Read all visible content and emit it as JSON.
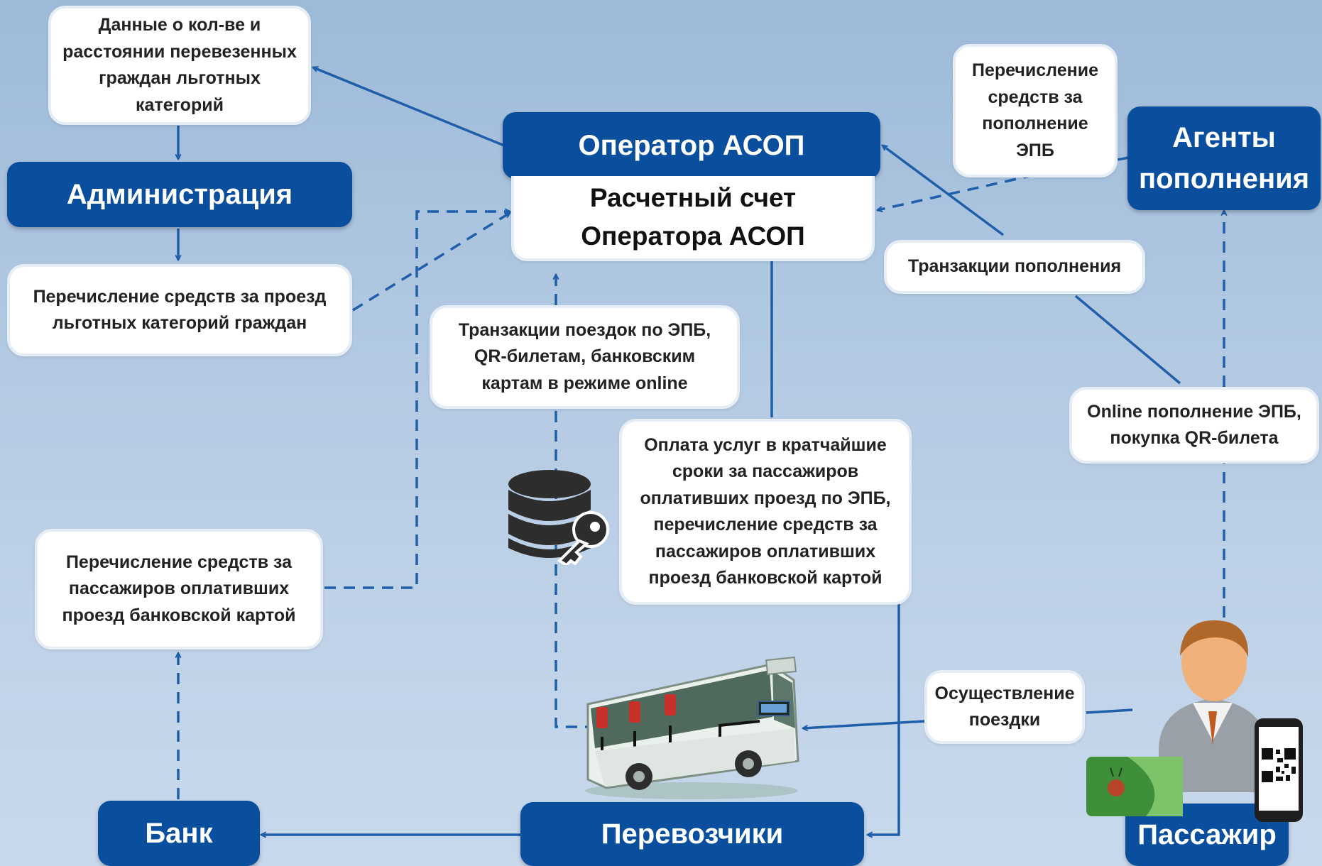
{
  "nodes": {
    "data_box": "Данные о кол-ве и расстоянии перевезенных граждан льготных категорий",
    "administration": "Администрация",
    "benefit_transfer": "Перечисление средств за проезд льготных категорий граждан",
    "operator": "Оператор АСОП",
    "operator_account": "Расчетный счет Оператора АСОП",
    "topup_funds": "Перечисление средств за пополнение ЭПБ",
    "agents": "Агенты пополнения",
    "topup_transactions": "Транзакции пополнения",
    "online_transactions": "Транзакции поездок по ЭПБ, QR-билетам, банковским картам в режиме online",
    "services_payment": "Оплата услуг в кратчайшие сроки за пассажиров оплативших проезд по ЭПБ, перечисление средств за пассажиров оплативших проезд банковской картой",
    "online_topup": "Online пополнение ЭПБ, покупка QR-билета",
    "bank_transfer": "Перечисление средств за пассажиров оплативших проезд банковской картой",
    "trip": "Осуществление поездки",
    "bank": "Банк",
    "carriers": "Перевозчики",
    "passenger": "Пассажир"
  },
  "icons": {
    "database": "database-key-icon",
    "bus": "bus-icon",
    "passenger": "passenger-person-icon",
    "card": "transport-card-icon",
    "phone": "phone-qr-icon"
  },
  "colors": {
    "brand_blue": "#0a4f9e",
    "arrow_blue": "#1f5ea8",
    "background_top": "#9dbad9",
    "background_bottom": "#c9d9ec"
  }
}
